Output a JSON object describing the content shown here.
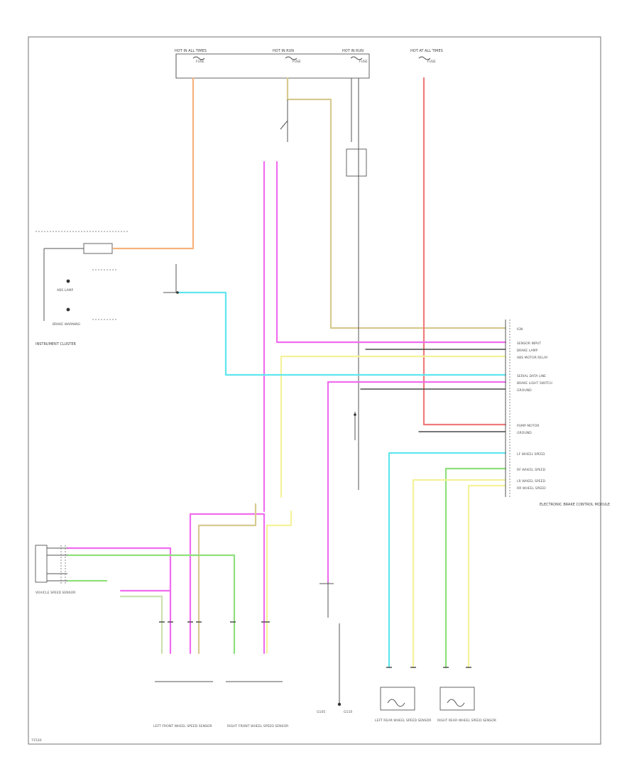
{
  "diagram": {
    "top_fuse_labels": [
      "HOT IN ALL TIMES",
      "HOT IN RUN",
      "HOT IN RUN",
      "HOT AT ALL TIMES"
    ],
    "fuse_labels": [
      "FUSE",
      "FUSE",
      "FUSE",
      "FUSE"
    ],
    "right_connector_pins": [
      "IGN",
      "SENSOR INPUT",
      "BRAKE LAMP",
      "ABS MOTOR RELAY",
      "SERIAL DATA LINE",
      "BRAKE LIGHT SWITCH",
      "GROUND",
      "PUMP MOTOR",
      "GROUND",
      "LF WHEEL SPEED",
      "RF WHEEL SPEED",
      "LR WHEEL SPEED",
      "RR WHEEL SPEED"
    ],
    "module_name": "ELECTRONIC BRAKE CONTROL MODULE",
    "left_cluster_name": "INSTRUMENT CLUSTER",
    "left_cluster_sub": [
      "ABS LAMP",
      "BRAKE WARNING"
    ],
    "bottom_sensor_names": [
      "LEFT FRONT WHEEL SPEED SENSOR",
      "RIGHT FRONT WHEEL SPEED SENSOR",
      "LEFT REAR WHEEL SPEED SENSOR",
      "RIGHT REAR WHEEL SPEED SENSOR"
    ],
    "left_connector_name": "VEHICLE SPEED SENSOR",
    "bottom_ground_names": [
      "G105",
      "G110"
    ],
    "footer_code": "71530"
  }
}
